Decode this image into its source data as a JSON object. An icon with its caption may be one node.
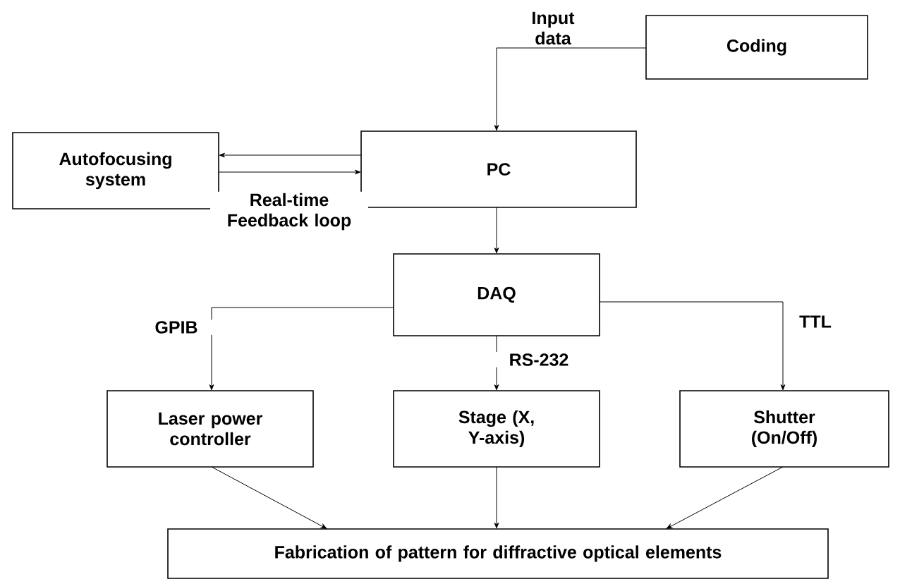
{
  "diagram": {
    "nodes": [
      {
        "text": [
          "Coding"
        ]
      },
      {
        "text": [
          "Autofocusing system"
        ]
      },
      {
        "text": [
          "PC"
        ]
      },
      {
        "text": [
          "DAQ"
        ]
      },
      {
        "text": [
          "Laser power controller"
        ]
      },
      {
        "text": [
          "Stage (X, Y-axis)"
        ]
      },
      {
        "text": [
          "Shutter (On/Off)"
        ]
      },
      {
        "text": [
          "Fabrication of pattern for diffractive optical elements"
        ]
      }
    ],
    "edges": [
      {
        "from": 0,
        "to": 2,
        "arrow": "to",
        "label": "Input data"
      },
      {
        "from": 2,
        "to": 1,
        "arrow": "to"
      },
      {
        "from": 1,
        "to": 2,
        "arrow": "to",
        "label": "Real-time Feedback loop"
      },
      {
        "from": 2,
        "to": 3,
        "arrow": "to"
      },
      {
        "from": 3,
        "to": 4,
        "arrow": "to",
        "label": "GPIB"
      },
      {
        "from": 3,
        "to": 5,
        "arrow": "to",
        "label": "RS-232"
      },
      {
        "from": 3,
        "to": 6,
        "arrow": "to",
        "label": "TTL"
      },
      {
        "from": 4,
        "to": 7,
        "arrow": "to"
      },
      {
        "from": 5,
        "to": 7,
        "arrow": "to"
      },
      {
        "from": 6,
        "to": 7,
        "arrow": "to"
      }
    ]
  }
}
